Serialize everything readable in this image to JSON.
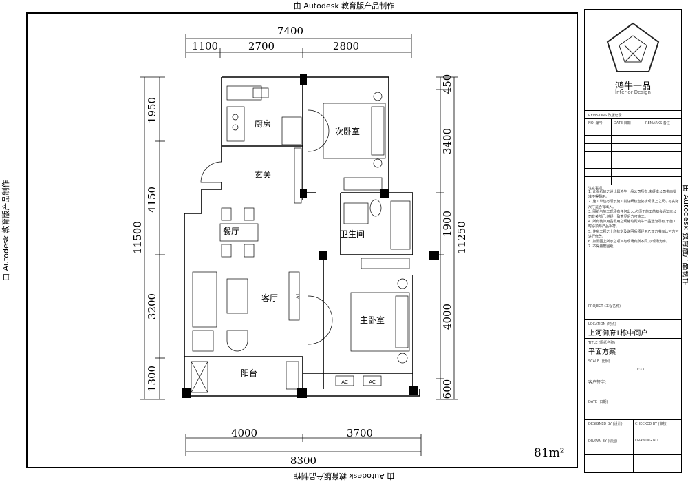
{
  "watermark": "由 Autodesk 教育版产品制作",
  "dimensions": {
    "top_total": "7400",
    "top_parts": [
      "1100",
      "2700",
      "2800"
    ],
    "bottom_parts": [
      "4000",
      "3700"
    ],
    "bottom_total": "8300",
    "left_parts": [
      "1950",
      "4150",
      "3200",
      "1300"
    ],
    "left_total": "11500",
    "right_parts": [
      "450",
      "3400",
      "1900",
      "4000",
      "600"
    ],
    "right_total": "11250"
  },
  "rooms": {
    "kitchen": "厨房",
    "second_bedroom": "次卧室",
    "entry": "玄关",
    "dining": "餐厅",
    "bathroom": "卫生间",
    "living": "客厅",
    "master_bedroom": "主卧室",
    "balcony": "阳台",
    "ac_label": "AC",
    "tv_label": "TV"
  },
  "area": "81m²",
  "title_block": {
    "brand": "鸿牛一品",
    "brand_sub": "Interior Design",
    "revisions": "REVISIONS 改版记录",
    "rev_headers": [
      "NO. 编号",
      "DATE 日期",
      "REMARKS 备注"
    ],
    "notes_title": "注意事项",
    "notes": [
      "1. 此图纸的之设计属鸿牛一品公司所有,未经本公司书面批准不得翻用。",
      "2. 施工单位必须于施工前仔细核查复核现场上之尺寸与实际尺寸是否有出入。",
      "3. 图纸与施工现场有任何出入,必须于施工前知会通知本公司有关部门,并经一致意见后方可施工。",
      "4. 所有装饰用品需用之规格均属鸿牛一品选为所有,于施工时必须与产品相符。",
      "5. 住房工程之上所标定及说明后须经甲乙双方书面认可方可进行修改。",
      "6. 如需图上所示之项目与现场有所不同,以现场为准。",
      "7. 不得量度图纸。"
    ],
    "project_label": "PROJECT (工程名称)",
    "location_label": "LOCATION (地点)",
    "location": "上河御府1栋中间户",
    "title_label": "TITLE (图纸名称)",
    "title": "平面方案",
    "scale_label": "SCALE (比例)",
    "scale": "1:XX",
    "client_label": "客户签字:",
    "date_label": "DATE (日期)",
    "designed_by": "DESIGNED BY (设计)",
    "checked_by": "CHECKED BY (审核)",
    "drawn_by": "DRAWN BY (绘图)",
    "drawing_no": "DRAWING NO."
  }
}
